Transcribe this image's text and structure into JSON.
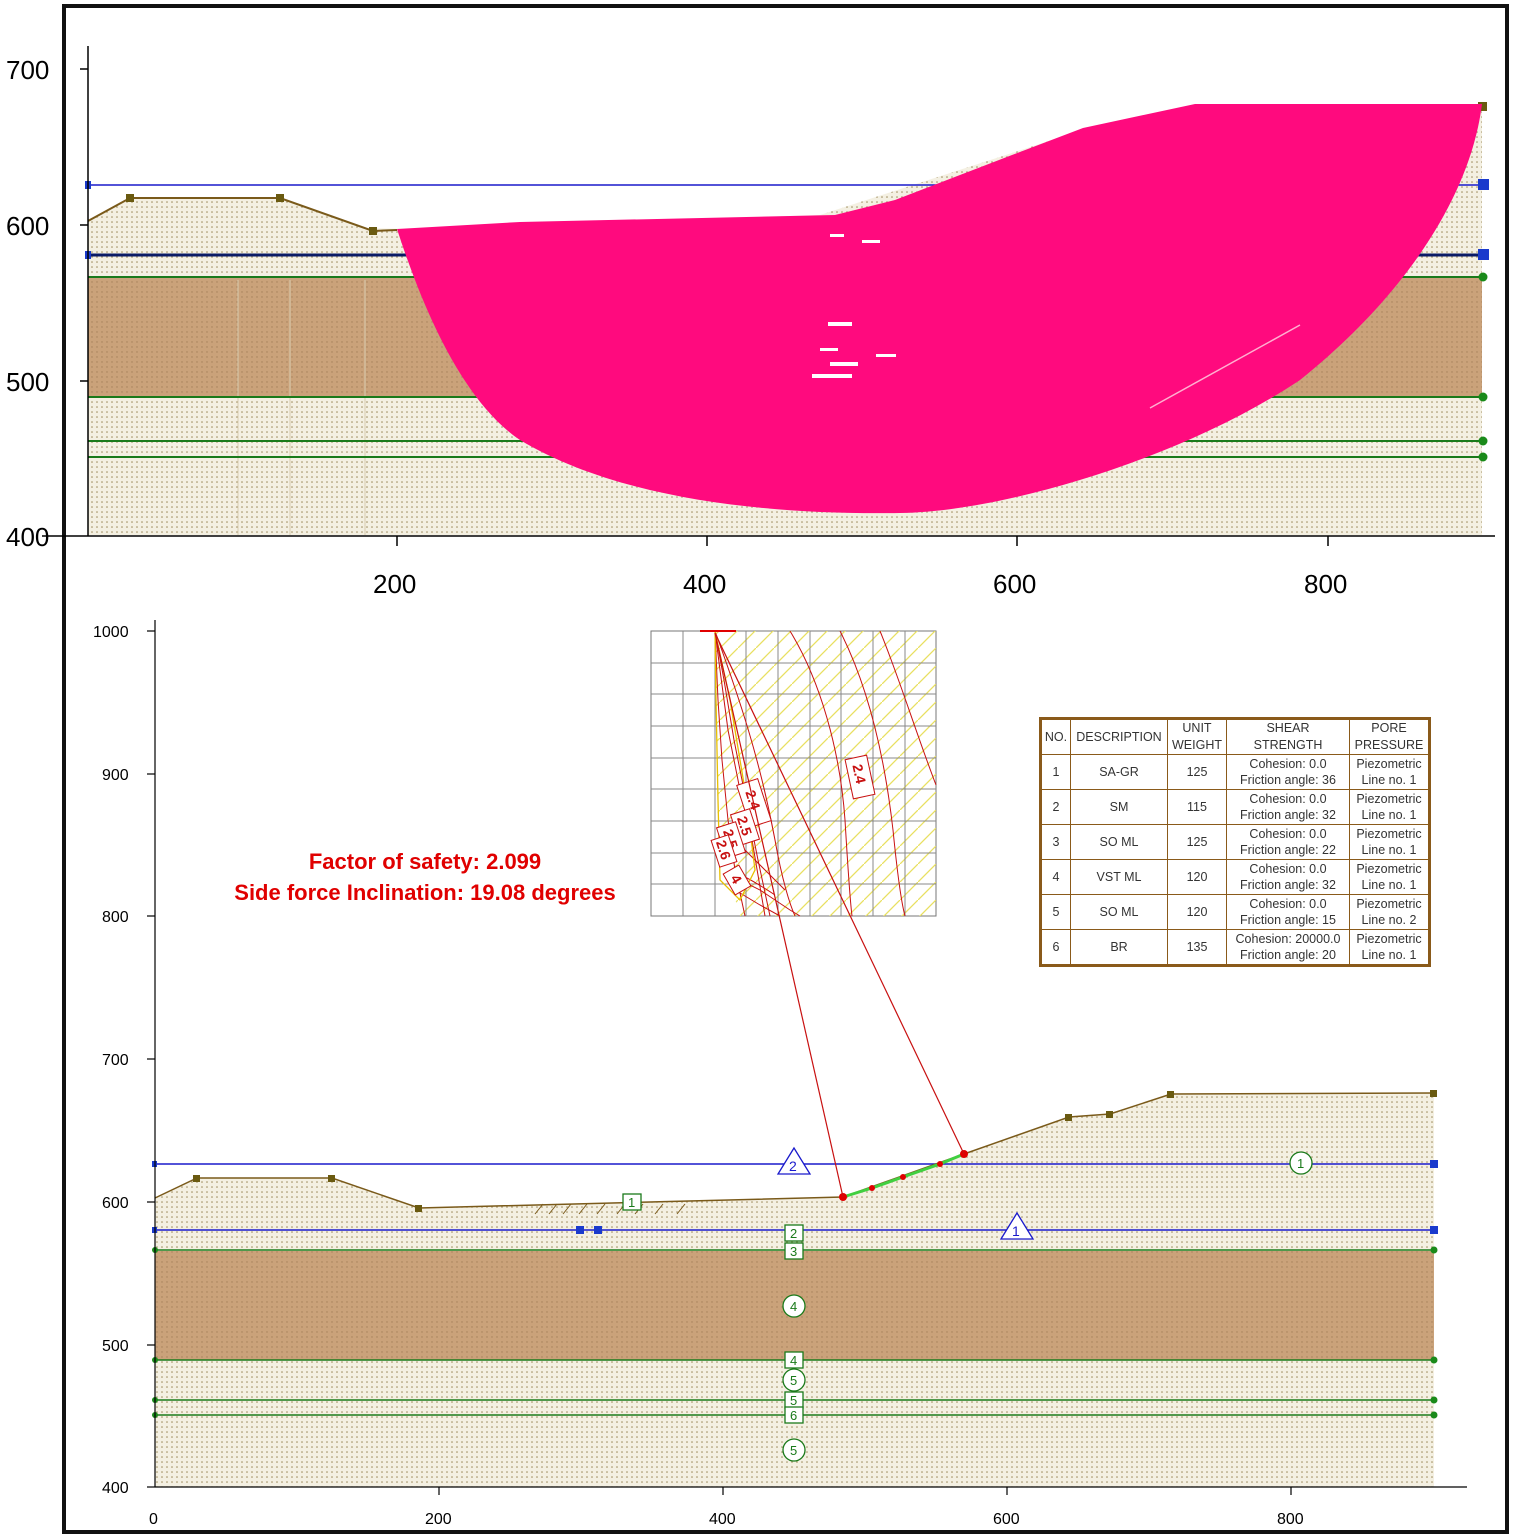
{
  "top_chart": {
    "y_ticks": [
      "700",
      "600",
      "500",
      "400"
    ],
    "x_ticks": [
      "200",
      "400",
      "600",
      "800"
    ]
  },
  "main_chart": {
    "y_ticks": [
      "1000",
      "900",
      "800",
      "700",
      "600",
      "500",
      "400"
    ],
    "x_ticks": [
      "0",
      "200",
      "400",
      "600",
      "800"
    ],
    "grid_labels": [
      "2.4",
      "2.4",
      "2.5",
      "2.5",
      "2.6",
      "4"
    ],
    "material_markers": [
      "1",
      "2",
      "3",
      "4",
      "5",
      "6"
    ],
    "region_markers": [
      "1",
      "4",
      "5",
      "5"
    ],
    "piezo_markers": [
      "1",
      "2"
    ]
  },
  "result": {
    "factor_of_safety": "Factor of safety: 2.099",
    "side_force": "Side force Inclination: 19.08 degrees"
  },
  "materials_table": {
    "headers": [
      "NO.",
      "DESCRIPTION",
      "UNIT\nWEIGHT",
      "SHEAR\nSTRENGTH",
      "PORE\nPRESSURE"
    ],
    "rows": [
      [
        "1",
        "SA-GR",
        "125",
        "Cohesion: 0.0",
        "Friction angle: 36",
        "Piezometric",
        "Line no. 1"
      ],
      [
        "2",
        "SM",
        "115",
        "Cohesion: 0.0",
        "Friction angle: 32",
        "Piezometric",
        "Line no. 1"
      ],
      [
        "3",
        "SO ML",
        "125",
        "Cohesion: 0.0",
        "Friction angle: 22",
        "Piezometric",
        "Line no. 1"
      ],
      [
        "4",
        "VST ML",
        "120",
        "Cohesion: 0.0",
        "Friction angle: 32",
        "Piezometric",
        "Line no. 1"
      ],
      [
        "5",
        "SO ML",
        "120",
        "Cohesion: 0.0",
        "Friction angle: 15",
        "Piezometric",
        "Line no. 2"
      ],
      [
        "6",
        "BR",
        "135",
        "Cohesion: 20000.0",
        "Friction angle: 20",
        "Piezometric",
        "Line no. 1"
      ]
    ]
  },
  "colors": {
    "slip_surfaces": "#ff0a7e",
    "clay_layer": "#c9a078",
    "soil_dots": "#e8e2c8",
    "boundary_green": "#1a7a1a",
    "piezo_blue": "#1a1acc",
    "surface_brown": "#7a5a1a",
    "critical_red": "#e00000"
  }
}
